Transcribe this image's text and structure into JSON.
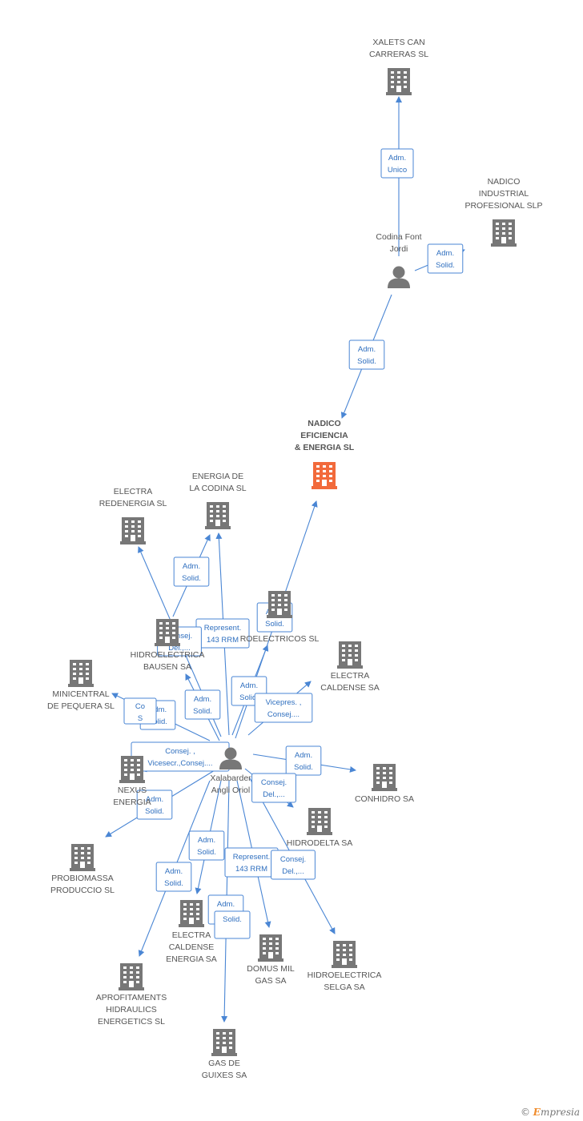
{
  "colors": {
    "building": "#777777",
    "focus_building": "#f26a3b",
    "person": "#777777",
    "edge": "#4a86d4"
  },
  "nodes": [
    {
      "id": "xalets",
      "type": "company",
      "label": [
        "XALETS CAN",
        "CARRERAS SL"
      ]
    },
    {
      "id": "nadico_ind",
      "type": "company",
      "label": [
        "NADICO",
        "INDUSTRIAL",
        "PROFESIONAL SLP"
      ]
    },
    {
      "id": "codina",
      "type": "person",
      "label": [
        "Codina Font",
        "Jordi"
      ]
    },
    {
      "id": "nadico_ef",
      "type": "focus",
      "label": [
        "NADICO",
        "EFICIENCIA",
        "& ENERGIA SL"
      ]
    },
    {
      "id": "energia_codina",
      "type": "company",
      "label": [
        "ENERGIA DE",
        "LA CODINA SL"
      ]
    },
    {
      "id": "electra_red",
      "type": "company",
      "label": [
        "ELECTRA",
        "REDENERGIA SL"
      ]
    },
    {
      "id": "hidro_bausen",
      "type": "company",
      "label": [
        "HIDROELECTRICA",
        "BAUSEN SA"
      ]
    },
    {
      "id": "roelec",
      "type": "company",
      "label": [
        "ROELECTRICOS SL"
      ]
    },
    {
      "id": "electra_cald",
      "type": "company",
      "label": [
        "ELECTRA",
        "CALDENSE SA"
      ]
    },
    {
      "id": "minicentral",
      "type": "company",
      "label": [
        "MINICENTRAL",
        "DE PEQUERA SL"
      ]
    },
    {
      "id": "xalabarder",
      "type": "person",
      "label": [
        "Xalabarder",
        "Angli Oriol"
      ]
    },
    {
      "id": "nexus",
      "type": "company",
      "label": [
        "NEXUS",
        "ENERGIA"
      ]
    },
    {
      "id": "conhidro",
      "type": "company",
      "label": [
        "CONHIDRO SA"
      ]
    },
    {
      "id": "hidrodelta",
      "type": "company",
      "label": [
        "HIDRODELTA SA"
      ]
    },
    {
      "id": "probiomassa",
      "type": "company",
      "label": [
        "PROBIOMASSA",
        "PRODUCCIO SL"
      ]
    },
    {
      "id": "electra_cald_en",
      "type": "company",
      "label": [
        "ELECTRA",
        "CALDENSE",
        "ENERGIA SA"
      ]
    },
    {
      "id": "domus",
      "type": "company",
      "label": [
        "DOMUS MIL",
        "GAS SA"
      ]
    },
    {
      "id": "hidro_selga",
      "type": "company",
      "label": [
        "HIDROELECTRICA",
        "SELGA SA"
      ]
    },
    {
      "id": "aprofitaments",
      "type": "company",
      "label": [
        "APROFITAMENTS",
        "HIDRAULICS",
        "ENERGETICS SL"
      ]
    },
    {
      "id": "guixes",
      "type": "company",
      "label": [
        "GAS DE",
        "GUIXES SA"
      ]
    }
  ],
  "edges": [
    {
      "from": "codina",
      "to": "xalets",
      "label": [
        "Adm.",
        "Unico"
      ]
    },
    {
      "from": "codina",
      "to": "nadico_ind",
      "label": [
        "Adm.",
        "Solid."
      ]
    },
    {
      "from": "codina",
      "to": "nadico_ef",
      "label": [
        "Adm.",
        "Solid."
      ]
    },
    {
      "from": "xalabarder",
      "to": "nadico_ef",
      "label": [
        "Adm.",
        "Solid."
      ]
    },
    {
      "from": "xalabarder",
      "to": "energia_codina",
      "label": [
        "Represent.",
        "143 RRM"
      ]
    },
    {
      "from": "xalabarder",
      "to": "electra_red",
      "label": [
        "Consej.",
        "Del.,..."
      ]
    },
    {
      "from": "xalabarder",
      "to": "hidro_bausen",
      "label": [
        "Adm.",
        "Solid."
      ]
    },
    {
      "from": "xalabarder",
      "to": "roelec",
      "label": [
        "Adm.",
        "Solid."
      ]
    },
    {
      "from": "xalabarder",
      "to": "electra_cald",
      "label": [
        "Vicepres. ,",
        "Consej...."
      ]
    },
    {
      "from": "xalabarder",
      "to": "minicentral",
      "label": [
        "Adm.",
        "Solid."
      ]
    },
    {
      "from": "xalabarder",
      "to": "nexus",
      "label": [
        "Consej. ,",
        "Vicesecr.,Consej...."
      ]
    },
    {
      "from": "xalabarder",
      "to": "conhidro",
      "label": [
        "Adm.",
        "Solid."
      ]
    },
    {
      "from": "xalabarder",
      "to": "hidrodelta",
      "label": [
        "Consej.",
        "Del.,..."
      ]
    },
    {
      "from": "xalabarder",
      "to": "probiomassa",
      "label": [
        "Adm.",
        "Solid."
      ]
    },
    {
      "from": "xalabarder",
      "to": "electra_cald_en",
      "label": [
        "Adm.",
        "Solid."
      ]
    },
    {
      "from": "xalabarder",
      "to": "domus",
      "label": [
        "Represent.",
        "143 RRM"
      ]
    },
    {
      "from": "xalabarder",
      "to": "hidro_selga",
      "label": [
        "Consej.",
        "Del.,..."
      ]
    },
    {
      "from": "xalabarder",
      "to": "aprofitaments",
      "label": [
        "Adm.",
        "Solid."
      ]
    },
    {
      "from": "xalabarder",
      "to": "guixes",
      "label": [
        "Adm.",
        "Solid."
      ]
    },
    {
      "from": "hidro_bausen",
      "to": "energia_codina",
      "label": [
        "Adm.",
        "Solid."
      ]
    }
  ],
  "partial_labels": [
    {
      "text": [
        "Co",
        "S"
      ]
    },
    {
      "text": [
        "Solid."
      ]
    }
  ],
  "brand": {
    "copyright": "©",
    "name_initial": "E",
    "name_rest": "mpresia"
  }
}
